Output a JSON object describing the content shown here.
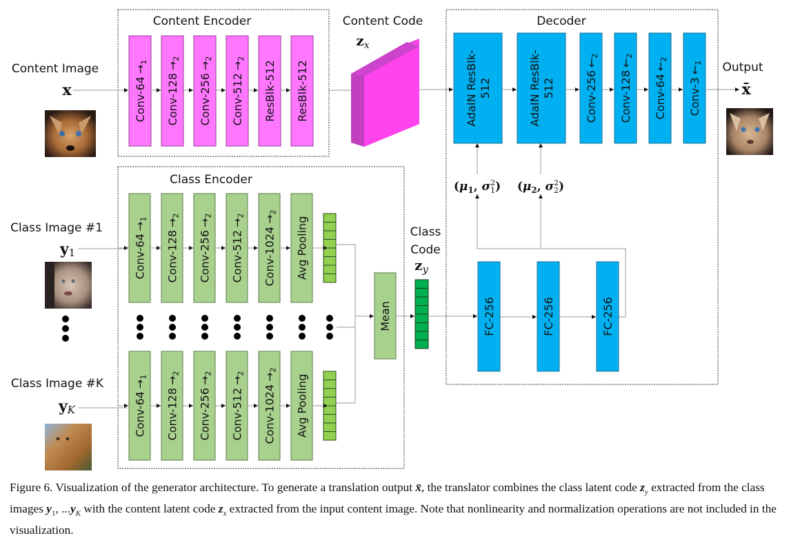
{
  "colors": {
    "content_block": "#ff77ff",
    "content_block_stroke": "#9a3a9a",
    "content_code_front": "#ff44ee",
    "content_code_side": "#c040c0",
    "content_code_top": "#d050d0",
    "decoder_block": "#00b0f0",
    "decoder_block_stroke": "#1a6f9a",
    "class_block": "#a9d18e",
    "class_block_stroke": "#5a7a4a",
    "class_vector": "#92d050",
    "class_code_vector": "#00b050",
    "arrow": "#9a9a9a",
    "dotted_border": "#555555"
  },
  "content_image": {
    "label": "Content Image",
    "symbol": "x"
  },
  "content_encoder": {
    "title": "Content Encoder",
    "blocks": [
      {
        "name": "Conv-64",
        "op": "down",
        "stride": "1"
      },
      {
        "name": "Conv-128",
        "op": "down",
        "stride": "2"
      },
      {
        "name": "Conv-256",
        "op": "down",
        "stride": "2"
      },
      {
        "name": "Conv-512",
        "op": "down",
        "stride": "2"
      },
      {
        "name": "ResBlk-512",
        "op": "",
        "stride": ""
      },
      {
        "name": "ResBlk-512",
        "op": "",
        "stride": ""
      }
    ]
  },
  "content_code": {
    "title": "Content Code",
    "symbol": "z",
    "subscript": "x"
  },
  "decoder": {
    "title": "Decoder",
    "blocks": [
      {
        "line1": "AdaIN ResBlk-",
        "line2": "512",
        "op": "",
        "stride": ""
      },
      {
        "line1": "AdaIN ResBlk-",
        "line2": "512",
        "op": "",
        "stride": ""
      },
      {
        "name": "Conv-256",
        "op": "up",
        "stride": "2"
      },
      {
        "name": "Conv-128",
        "op": "up",
        "stride": "2"
      },
      {
        "name": "Conv-64",
        "op": "up",
        "stride": "2"
      },
      {
        "name": "Conv-3",
        "op": "up",
        "stride": "1"
      }
    ],
    "adain_params": [
      {
        "mu": "μ",
        "mu_sub": "1",
        "sigma": "σ",
        "sigma_sub": "1",
        "sigma_sup": "2"
      },
      {
        "mu": "μ",
        "mu_sub": "2",
        "sigma": "σ",
        "sigma_sub": "2",
        "sigma_sup": "2"
      }
    ],
    "fc_blocks": [
      "FC-256",
      "FC-256",
      "FC-256"
    ]
  },
  "output": {
    "label": "Output",
    "symbol": "x̄"
  },
  "class_encoder": {
    "title": "Class Encoder",
    "blocks": [
      {
        "name": "Conv-64",
        "op": "down",
        "stride": "1"
      },
      {
        "name": "Conv-128",
        "op": "down",
        "stride": "2"
      },
      {
        "name": "Conv-256",
        "op": "down",
        "stride": "2"
      },
      {
        "name": "Conv-512",
        "op": "down",
        "stride": "2"
      },
      {
        "name": "Conv-1024",
        "op": "down",
        "stride": "2"
      },
      {
        "name": "Avg Pooling",
        "op": "",
        "stride": ""
      }
    ],
    "vector_cells": 8
  },
  "class_images": [
    {
      "label": "Class Image #1",
      "symbol": "y",
      "subscript": "1"
    },
    {
      "label": "Class Image #K",
      "symbol": "y",
      "subscript": "K"
    }
  ],
  "mean_block": "Mean",
  "class_code": {
    "title_line1": "Class",
    "title_line2": "Code",
    "symbol": "z",
    "subscript": "y",
    "cells": 8
  },
  "caption": {
    "p1": "Figure 6. Visualization of the generator architecture. To generate a translation output ",
    "xbar": "x̄",
    "p2": ", the translator combines the class latent code ",
    "zy": "z",
    "zy_sub": "y",
    "p3": " extracted from the class images ",
    "y1": "y",
    "y1_sub": "1",
    "p4": ", ...",
    "yK": "y",
    "yK_sub": "K",
    "p5": " with the content latent code ",
    "zx": "z",
    "zx_sub": "x",
    "p6": " extracted from the input content image. Note that nonlinearity and normalization operations are not included in the visualization."
  }
}
